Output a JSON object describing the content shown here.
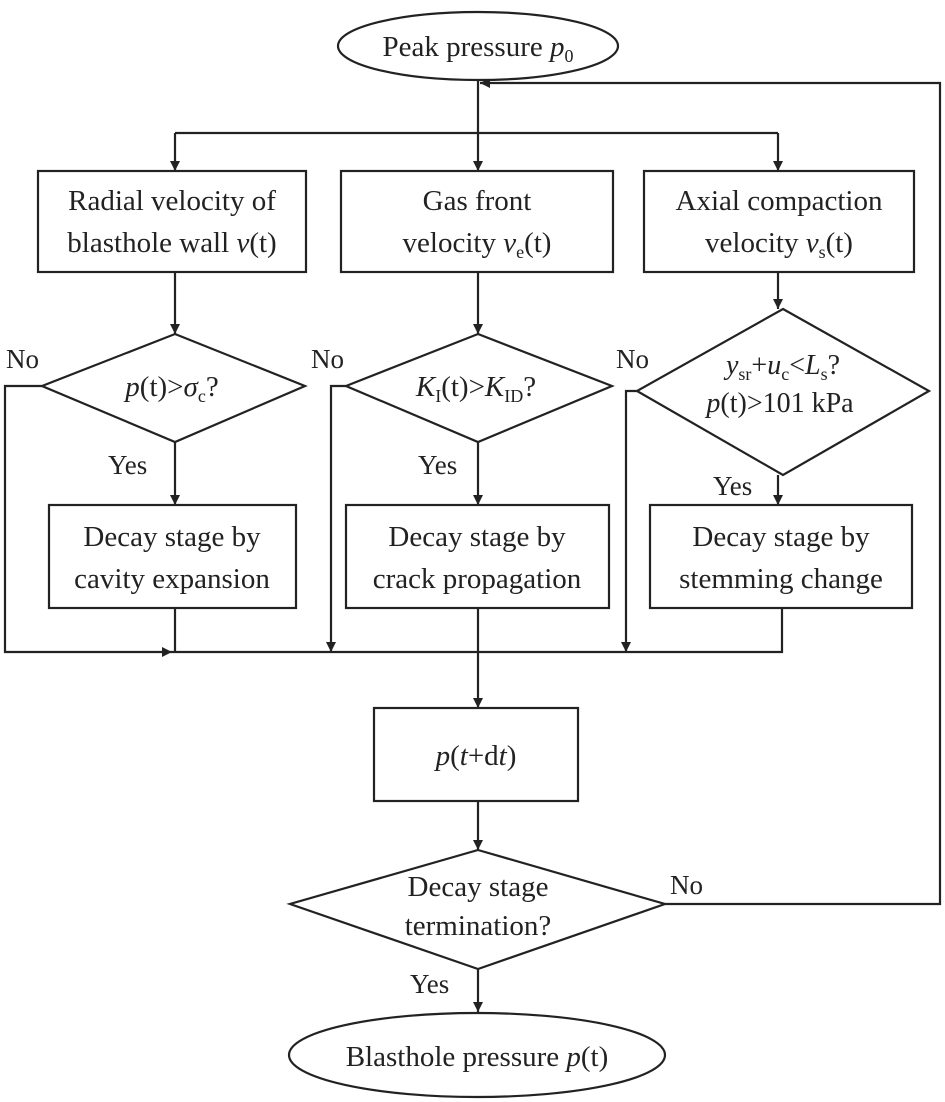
{
  "nodes": {
    "start": {
      "text": "Peak pressure ",
      "var": "p",
      "sub": "0"
    },
    "radial": {
      "line1": "Radial velocity of",
      "line2": "blasthole wall ",
      "var": "v",
      "arg": "(t)"
    },
    "gas": {
      "line1": "Gas front",
      "line2": "velocity ",
      "var": "v",
      "sub": "e",
      "arg": "(t)"
    },
    "axial": {
      "line1": "Axial compaction",
      "line2": "velocity ",
      "var": "v",
      "sub": "s",
      "arg": "(t)"
    },
    "d1": {
      "p": "p",
      "t": "(t)",
      "gt": ">",
      "sigma": "σ",
      "sub": "c",
      "q": "?"
    },
    "d2": {
      "K": "K",
      "sub1": "I",
      "t": "(t)",
      "gt": ">",
      "K2": "K",
      "sub2": "ID",
      "q": "?"
    },
    "d3": {
      "y": "y",
      "ysub": "sr",
      "plus": "+",
      "u": "u",
      "usub": "c",
      "lt": "<",
      "L": "L",
      "Lsub": "s",
      "q": "?",
      "p": "p",
      "t": "(t)",
      "rest": ">101 kPa"
    },
    "cavity": {
      "line1": "Decay stage by",
      "line2": "cavity expansion"
    },
    "crack": {
      "line1": "Decay stage by",
      "line2": "crack propagation"
    },
    "stemming": {
      "line1": "Decay stage by",
      "line2": "stemming change"
    },
    "pdt": {
      "p": "p",
      "open": "(",
      "t": "t",
      "plus": "+d",
      "t2": "t",
      "close": ")"
    },
    "term": {
      "line1": "Decay stage",
      "line2": "termination?"
    },
    "end": {
      "text": "Blasthole pressure ",
      "var": "p",
      "arg": "(t)"
    }
  },
  "labels": {
    "no1": "No",
    "yes1": "Yes",
    "no2": "No",
    "yes2": "Yes",
    "no3": "No",
    "yes3": "Yes",
    "no4": "No",
    "yes4": "Yes"
  }
}
